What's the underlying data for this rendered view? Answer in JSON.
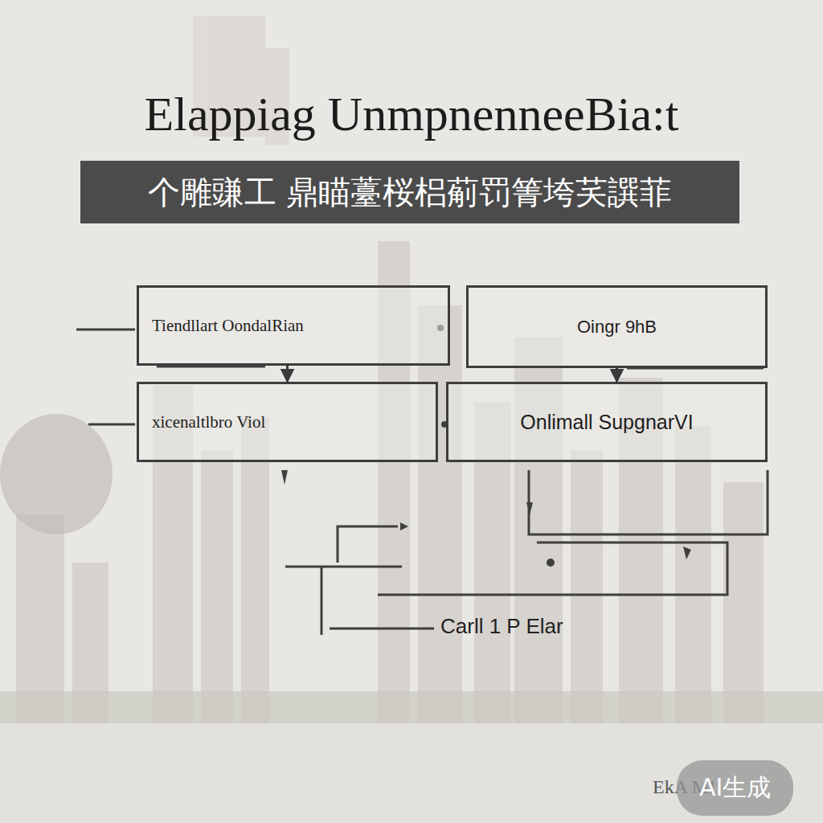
{
  "diagram": {
    "title": "Elappiag UnmpnenneeBia:t",
    "nodes": [
      {
        "text": [
          "个雕豏工 鼎瞄薹桜梠葪罚箐垮芺譔菲"
        ]
      },
      {
        "text": [
          "Tiendllart OondalRian"
        ]
      },
      {
        "text": [
          "Oingr 9hB"
        ]
      },
      {
        "text": [
          "xicenaltlbro Viol"
        ]
      },
      {
        "text": [
          "Onlimall SupgnarVI"
        ]
      }
    ],
    "edges": [
      {
        "from": 1,
        "to": 3,
        "arrow": "to"
      },
      {
        "from": 2,
        "to": 4,
        "arrow": "to"
      }
    ],
    "labels": [
      "Carll 1 P Elar",
      "EkA MI",
      "AI生成"
    ]
  }
}
